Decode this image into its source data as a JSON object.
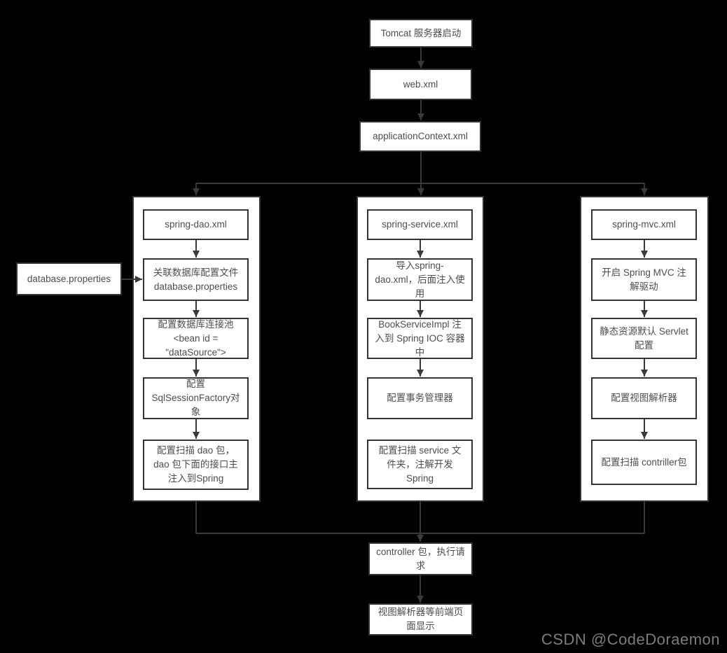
{
  "page": {
    "watermark": "CSDN @CodeDoraemon"
  },
  "colors": {
    "background": "#000000",
    "box_fill": "#ffffff",
    "box_border": "#333333",
    "connector": "#3a3a3a",
    "text": "#4d4d4d",
    "watermark_text": "#7d7d7d"
  },
  "nodes": {
    "tomcat": "Tomcat 服务器启动",
    "web_xml": "web.xml",
    "application_context": "applicationContext.xml",
    "database_properties": "database.properties",
    "controller": "controller 包，执行请\n求",
    "view_resolver_display": "视图解析器等前端页\n面显示"
  },
  "columns": {
    "dao": {
      "title": "spring-dao.xml",
      "steps": [
        "关联数据库配置文件\ndatabase.properties",
        "配置数据库连接池\n<bean id =\n\"dataSource\">",
        "配置\nSqlSessionFactory对\n象",
        "配置扫描 dao 包，\ndao 包下面的接口主\n注入到Spring"
      ]
    },
    "service": {
      "title": "spring-service.xml",
      "steps": [
        "导入spring-\ndao.xml，后面注入使\n用",
        "BookServiceImpl 注\n入到 Spring IOC 容器\n中",
        "配置事务管理器",
        "配置扫描 service 文\n件夹，注解开发\nSpring"
      ]
    },
    "mvc": {
      "title": "spring-mvc.xml",
      "steps": [
        "开启 Spring MVC 注\n解驱动",
        "静态资源默认 Servlet\n配置",
        "配置视图解析器",
        "配置扫描 contriller包"
      ]
    }
  }
}
